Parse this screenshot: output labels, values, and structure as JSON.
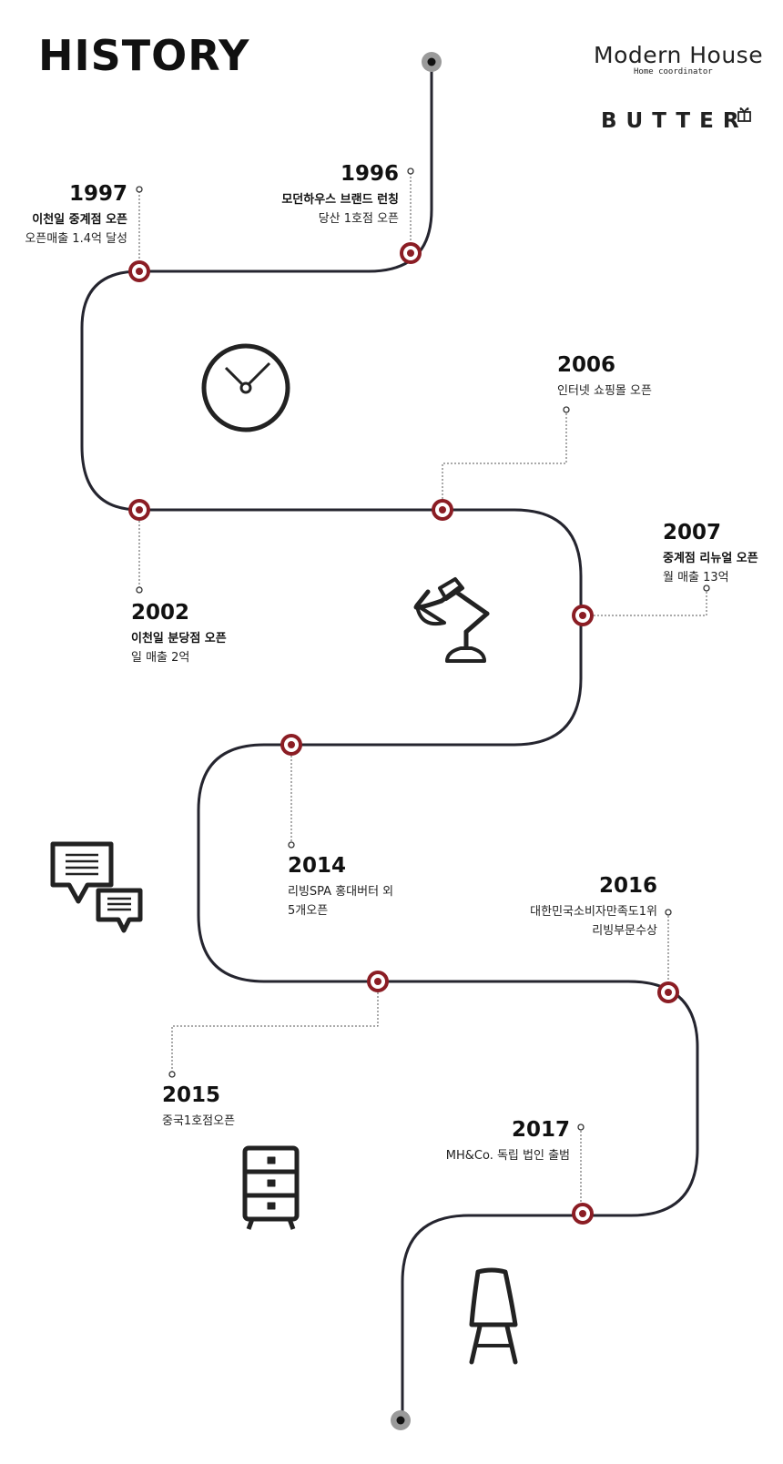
{
  "header": {
    "title": "HISTORY",
    "brand_primary": "Modern House",
    "brand_primary_sub": "Home coordinator",
    "brand_secondary": "BUTTER"
  },
  "milestones": [
    {
      "year": "1996",
      "line1": "모던하우스 브랜드 런칭",
      "line2": "당산 1호점 오픈"
    },
    {
      "year": "1997",
      "line1": "이천일 중계점 오픈",
      "line2": "오픈매출 1.4억 달성"
    },
    {
      "year": "2002",
      "line1": "이천일 분당점 오픈",
      "line2": "일 매출 2억"
    },
    {
      "year": "2006",
      "line1": "",
      "line2": "인터넷 쇼핑몰 오픈"
    },
    {
      "year": "2007",
      "line1": "중계점 리뉴얼 오픈",
      "line2": "월 매출 13억"
    },
    {
      "year": "2014",
      "line1": "",
      "line2": "리빙SPA 홍대버터 외",
      "line3": "5개오픈"
    },
    {
      "year": "2015",
      "line1": "",
      "line2": "중국1호점오픈"
    },
    {
      "year": "2016",
      "line1": "",
      "line2": "대한민국소비자만족도1위",
      "line3": "리빙부문수상"
    },
    {
      "year": "2017",
      "line1": "",
      "line2": "MH&Co. 독립 법인 출범"
    }
  ],
  "icons": [
    "clock-icon",
    "desk-lamp-icon",
    "speech-bubbles-icon",
    "drawer-cabinet-icon",
    "chair-icon"
  ],
  "colors": {
    "path": "#25252f",
    "marker": "#8b1d24",
    "endpoint": "#9a9a9a",
    "text": "#111111"
  }
}
